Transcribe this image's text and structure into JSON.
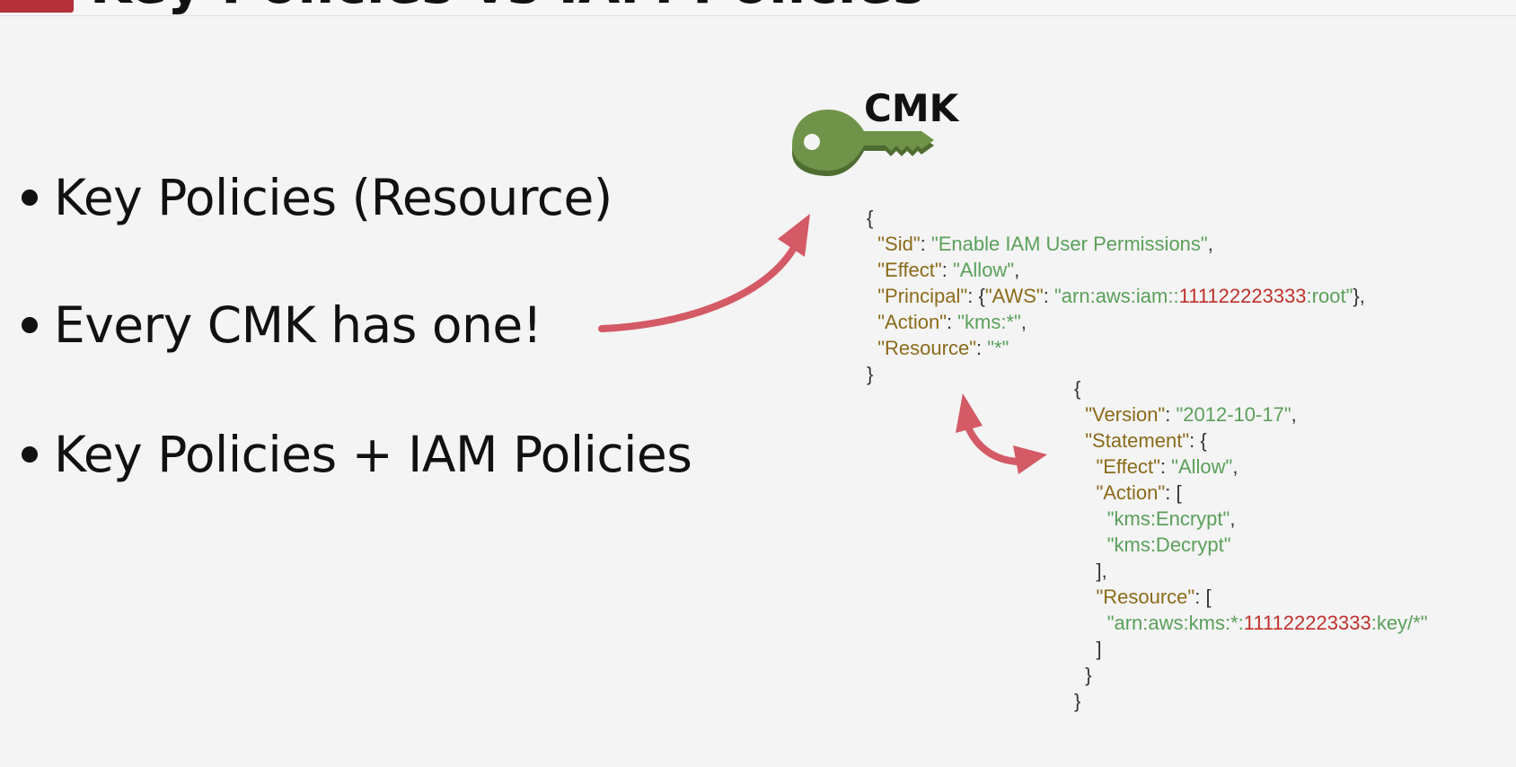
{
  "header": {
    "title": "Key Policies vs IAM Policies"
  },
  "bullets": [
    {
      "text": "Key Policies (Resource)"
    },
    {
      "text": "Every CMK has one!"
    },
    {
      "text": "Key Policies + IAM Policies"
    }
  ],
  "cmk": {
    "label": "CMK",
    "icon": "key-icon",
    "icon_color": "#6f9349"
  },
  "arrow_color": "#d45a65",
  "key_policy": {
    "open": "{",
    "sid_key": "\"Sid\"",
    "sid_value": "\"Enable IAM User Permissions\"",
    "effect_key": "\"Effect\"",
    "effect_value": "\"Allow\"",
    "principal_key": "\"Principal\"",
    "principal_aws_key": "\"AWS\"",
    "principal_value_prefix": "\"arn:aws:iam::",
    "principal_account": "111122223333",
    "principal_value_suffix": ":root\"",
    "action_key": "\"Action\"",
    "action_value": "\"kms:*\"",
    "resource_key": "\"Resource\"",
    "resource_value": "\"*\"",
    "close": "}"
  },
  "iam_policy": {
    "open": "{",
    "version_key": "\"Version\"",
    "version_value": "\"2012-10-17\"",
    "statement_key": "\"Statement\"",
    "effect_key": "\"Effect\"",
    "effect_value": "\"Allow\"",
    "action_key": "\"Action\"",
    "actions": [
      "\"kms:Encrypt\"",
      "\"kms:Decrypt\""
    ],
    "resource_key": "\"Resource\"",
    "resource_value_prefix": "\"arn:aws:kms:*:",
    "resource_account": "111122223333",
    "resource_value_suffix": ":key/*\"",
    "close": "}"
  }
}
